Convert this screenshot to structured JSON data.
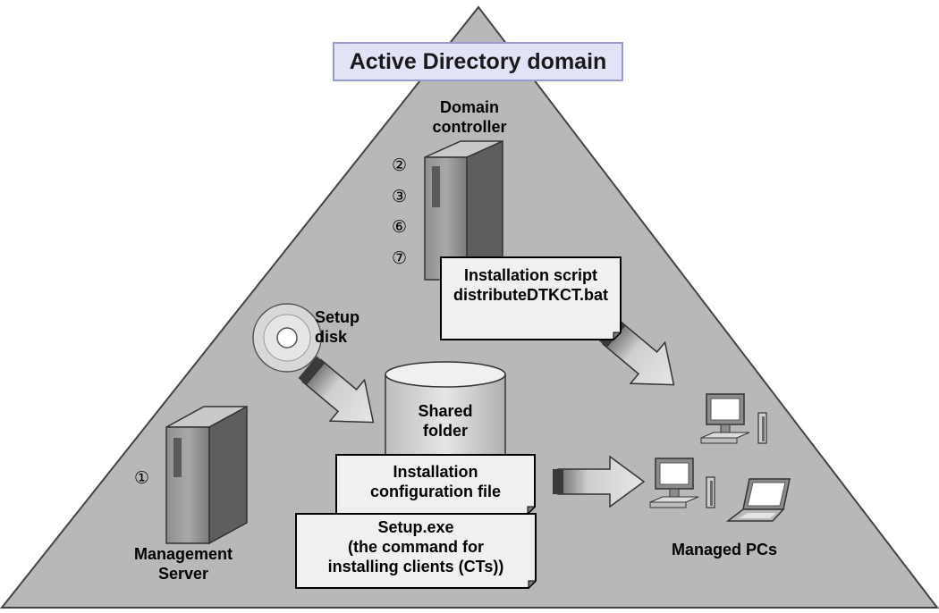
{
  "title": "Active Directory domain",
  "domain_controller": {
    "line1": "Domain",
    "line2": "controller",
    "steps": [
      "②",
      "③",
      "⑥",
      "⑦"
    ]
  },
  "installation_script": {
    "line1": "Installation script",
    "line2": "distributeDTKCT.bat"
  },
  "setup_disk": {
    "line1": "Setup",
    "line2": "disk"
  },
  "shared_folder": {
    "line1": "Shared",
    "line2": "folder"
  },
  "installation_config": {
    "line1": "Installation",
    "line2": "configuration file"
  },
  "setup_exe": {
    "line1": "Setup.exe",
    "line2": "(the command for",
    "line3": "installing clients (CTs))"
  },
  "management_server": {
    "line1": "Management",
    "line2": "Server",
    "step": "①"
  },
  "managed_pcs": {
    "label": "Managed PCs"
  }
}
